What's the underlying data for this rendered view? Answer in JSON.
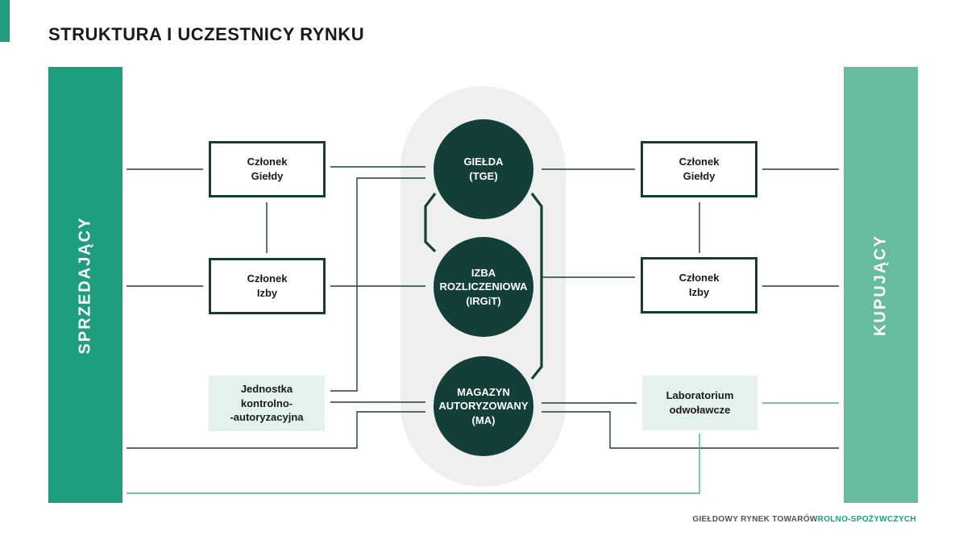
{
  "title": "STRUKTURA I UCZESTNICY RYNKU",
  "left_bar": {
    "label": "SPRZEDAJĄCY"
  },
  "right_bar": {
    "label": "KUPUJĄCY"
  },
  "left_column": {
    "member_exchange": [
      "Członek",
      "Giełdy"
    ],
    "member_clearing": [
      "Członek",
      "Izby"
    ],
    "control_unit": [
      "Jednostka",
      "kontrolno-",
      "-autoryzacyjna"
    ]
  },
  "right_column": {
    "member_exchange": [
      "Członek",
      "Giełdy"
    ],
    "member_clearing": [
      "Członek",
      "Izby"
    ],
    "appeal_lab": [
      "Laboratorium",
      "odwoławcze"
    ]
  },
  "center": {
    "exchange": [
      "GIEŁDA",
      "(TGE)"
    ],
    "clearing_house": [
      "IZBA",
      "ROZLICZENIOWA",
      "(IRGiT)"
    ],
    "warehouse": [
      "MAGAZYN",
      "AUTORYZOWANY",
      "(MA)"
    ]
  },
  "footer": {
    "prefix": "GIEŁDOWY RYNEK TOWARÓW",
    "highlight": "ROLNO-SPOŻYWCZYCH"
  },
  "colors": {
    "dark_green": "#133f38",
    "accent_green": "#1e9e7f",
    "light_green": "#67bc9e",
    "pale_green": "#e3f2ec",
    "pill_gray": "#efefef"
  }
}
